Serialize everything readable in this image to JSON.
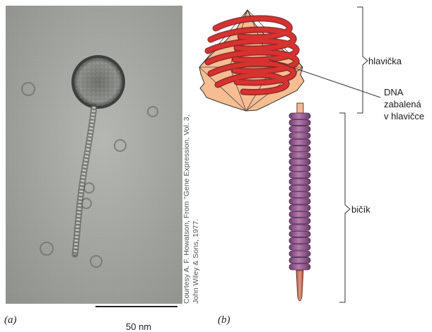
{
  "panel_a": {
    "label": "(a)",
    "scale_label": "50 nm",
    "credit_line1": "Courtesy A. F. Howatson, From \"Gene Expression, Vol. 3,",
    "credit_line2": "John Wiley & Sons, 1977."
  },
  "panel_b": {
    "label": "(b)",
    "label_head": "hlavička",
    "label_dna_1": "DNA",
    "label_dna_2": "zabalená",
    "label_dna_3": "v hlavičce",
    "label_tail": "bičík"
  },
  "colors": {
    "photo_bg": "#a7a9a4",
    "capsid_face": "#f6b98e",
    "dna_red": "#c9272b",
    "tail_purple": "#9b5f96",
    "tail_tip": "#c97a62"
  }
}
